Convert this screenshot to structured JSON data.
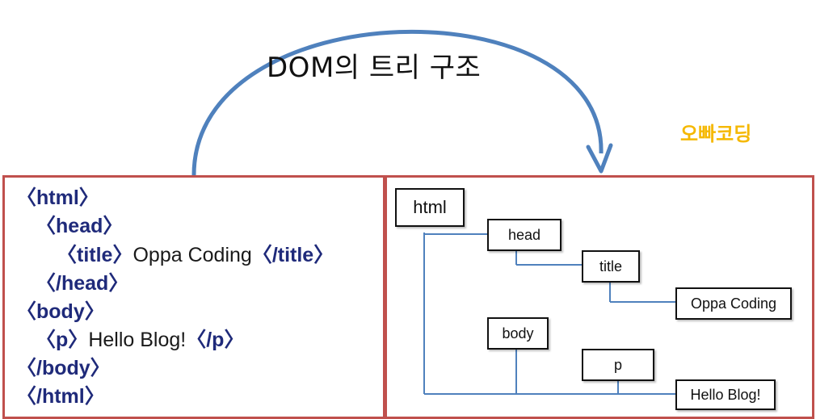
{
  "title": "DOM의 트리 구조",
  "brand": "오빠코딩",
  "colors": {
    "arrow": "#4f81bd",
    "panel_border": "#c0504d",
    "tag": "#1f2a7a",
    "brand": "#f5b800"
  },
  "code_lines": [
    {
      "open": "〈",
      "tag": "html",
      "close": "〉",
      "text": ""
    },
    {
      "open": "〈",
      "tag": "head",
      "close": "〉",
      "text": ""
    },
    {
      "open": "〈",
      "tag": "title",
      "close": "〉",
      "text": "Oppa Coding",
      "end_open": "〈/",
      "end_tag": "title",
      "end_close": "〉"
    },
    {
      "open": "〈/",
      "tag": "head",
      "close": "〉",
      "text": ""
    },
    {
      "open": "〈",
      "tag": "body",
      "close": "〉",
      "text": ""
    },
    {
      "open": "〈",
      "tag": "p",
      "close": "〉",
      "text": "Hello Blog!",
      "end_open": "〈/",
      "end_tag": "p",
      "end_close": "〉"
    },
    {
      "open": "〈/",
      "tag": "body",
      "close": "〉",
      "text": ""
    },
    {
      "open": "〈/",
      "tag": "html",
      "close": "〉",
      "text": ""
    }
  ],
  "tree": {
    "nodes": {
      "html": "html",
      "head": "head",
      "title": "title",
      "oppa": "Oppa Coding",
      "body": "body",
      "p": "p",
      "hello": "Hello Blog!"
    }
  }
}
